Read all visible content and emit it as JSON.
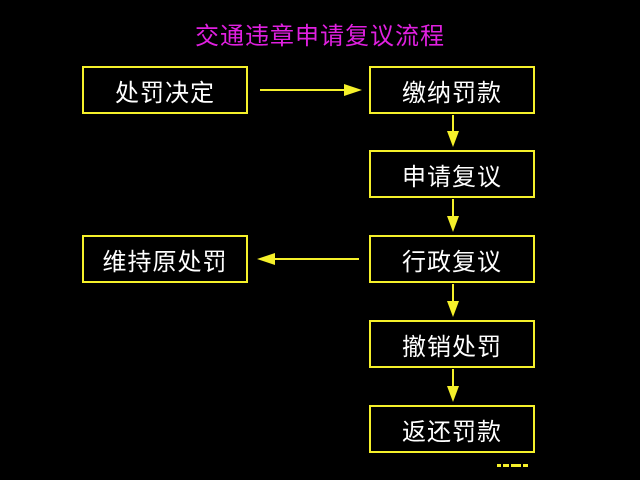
{
  "title": "交通违章申请复议流程",
  "colors": {
    "title": "#e020e0",
    "border": "#f5f02a",
    "arrow": "#f5f02a",
    "text": "#ffffff",
    "background": "#000000"
  },
  "nodes": [
    {
      "id": "penalty-decision",
      "label": "处罚决定"
    },
    {
      "id": "pay-fine",
      "label": "缴纳罚款"
    },
    {
      "id": "apply-review",
      "label": "申请复议"
    },
    {
      "id": "administrative-review",
      "label": "行政复议"
    },
    {
      "id": "uphold-penalty",
      "label": "维持原处罚"
    },
    {
      "id": "revoke-penalty",
      "label": "撤销处罚"
    },
    {
      "id": "refund-fine",
      "label": "返还罚款"
    }
  ],
  "edges": [
    {
      "from": "penalty-decision",
      "to": "pay-fine"
    },
    {
      "from": "pay-fine",
      "to": "apply-review"
    },
    {
      "from": "apply-review",
      "to": "administrative-review"
    },
    {
      "from": "administrative-review",
      "to": "uphold-penalty"
    },
    {
      "from": "administrative-review",
      "to": "revoke-penalty"
    },
    {
      "from": "revoke-penalty",
      "to": "refund-fine"
    }
  ]
}
